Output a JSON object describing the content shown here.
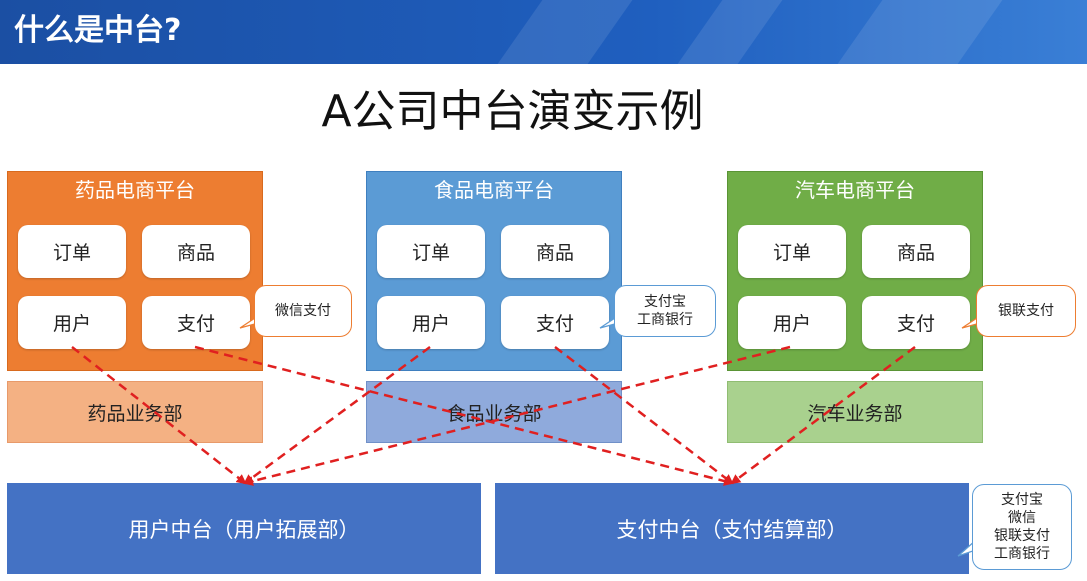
{
  "header": {
    "title": "什么是中台?"
  },
  "main_title": "A公司中台演变示例",
  "platforms": [
    {
      "title": "药品电商平台",
      "modules": [
        "订单",
        "商品",
        "用户",
        "支付"
      ],
      "color": "#ed7d31",
      "border": "#d86a1e"
    },
    {
      "title": "食品电商平台",
      "modules": [
        "订单",
        "商品",
        "用户",
        "支付"
      ],
      "color": "#5b9bd5",
      "border": "#3f7fbf"
    },
    {
      "title": "汽车电商平台",
      "modules": [
        "订单",
        "商品",
        "用户",
        "支付"
      ],
      "color": "#70ad47",
      "border": "#5a9435"
    }
  ],
  "departments": [
    {
      "label": "药品业务部",
      "color": "#f4b183"
    },
    {
      "label": "食品业务部",
      "color": "#8faadc"
    },
    {
      "label": "汽车业务部",
      "color": "#a9d18e"
    }
  ],
  "callouts": [
    {
      "lines": [
        "微信支付"
      ],
      "border": "#ed7d31"
    },
    {
      "lines": [
        "支付宝",
        "工商银行"
      ],
      "border": "#5b9bd5"
    },
    {
      "lines": [
        "银联支付"
      ],
      "border": "#ed7d31"
    },
    {
      "lines": [
        "支付宝",
        "微信",
        "银联支付",
        "工商银行"
      ],
      "border": "#5b9bd5"
    }
  ],
  "centers": [
    {
      "label": "用户中台（用户拓展部）"
    },
    {
      "label": "支付中台（支付结算部）"
    }
  ],
  "colors": {
    "header": "#1f5fbf",
    "center": "#4472c4",
    "arrow": "#e02020"
  }
}
